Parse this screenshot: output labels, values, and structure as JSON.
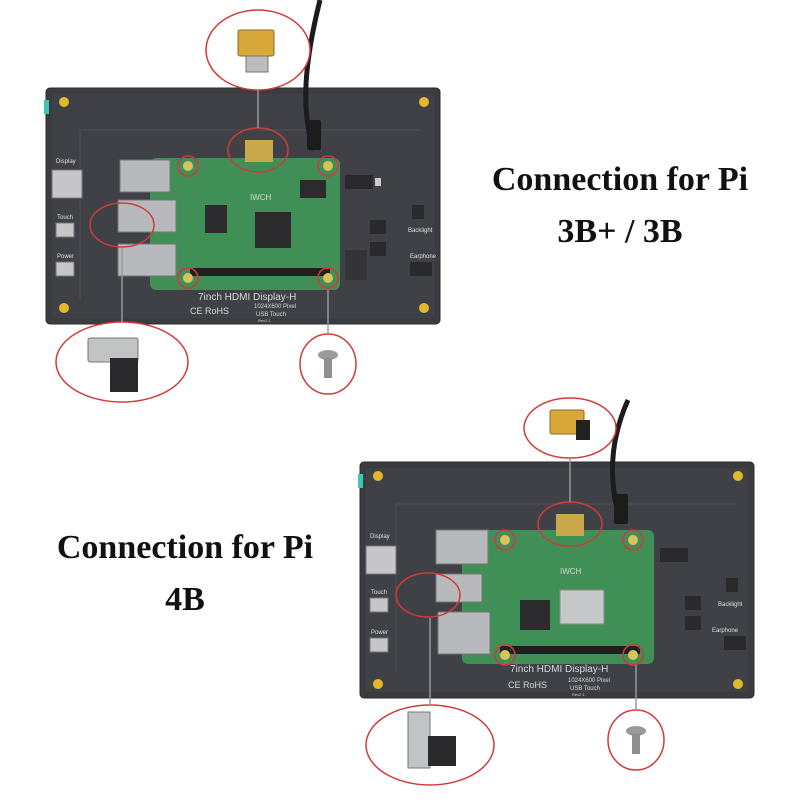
{
  "captions": {
    "top": {
      "line1": "Connection for Pi",
      "line2": "3B+ / 3B"
    },
    "bottom": {
      "line1": "Connection for Pi",
      "line2": "4B"
    }
  },
  "board_top": {
    "title": "7inch HDMI Display-H",
    "resolution": "1024X600 Pixel",
    "touch": "USB Touch",
    "rev": "Rev2.1",
    "certs": "CE RoHS",
    "port_display": "Display",
    "port_touch": "Touch",
    "port_power": "Power",
    "label_backlight": "Backlight",
    "label_earphone": "Earphone",
    "pi_logo": "IWCH"
  },
  "board_bottom": {
    "title": "7inch HDMI Display-H",
    "resolution": "1024X600 Pixel",
    "touch": "USB Touch",
    "rev": "Rev2.1",
    "certs": "CE RoHS",
    "port_display": "Display",
    "port_touch": "Touch",
    "port_power": "Power",
    "label_backlight": "Backlight",
    "label_earphone": "Earphone",
    "pi_logo": "IWCH"
  },
  "colors": {
    "board": "#3b3c40",
    "pcb_green": "#3f8f57",
    "highlight_red": "#d23a3a",
    "mount_gold": "#e2b92a"
  }
}
